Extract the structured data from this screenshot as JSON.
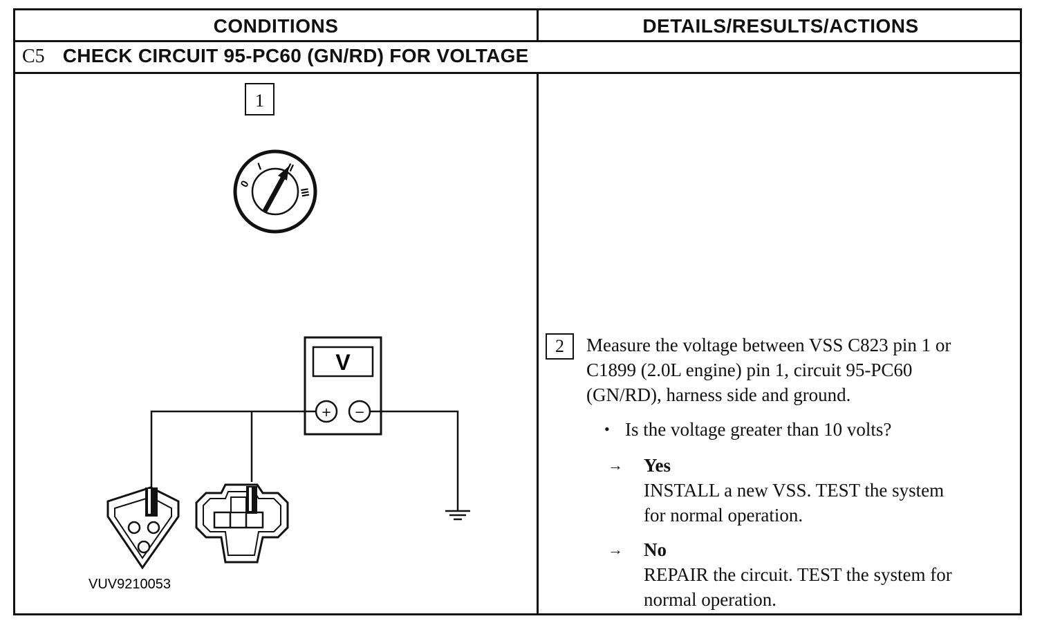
{
  "table": {
    "col_conditions": "CONDITIONS",
    "col_details": "DETAILS/RESULTS/ACTIONS"
  },
  "step": {
    "id": "C5",
    "title": "CHECK CIRCUIT 95-PC60 (GN/RD) FOR VOLTAGE"
  },
  "figure": {
    "substep_1": "1",
    "meter_label": "V",
    "meter_plus": "+",
    "meter_minus": "−",
    "ignition_positions": [
      "0",
      "I",
      "II",
      "III"
    ],
    "figure_id": "VUV9210053"
  },
  "details": {
    "substep_2": "2",
    "instruction_lines": [
      "Measure the voltage between VSS C823 pin 1 or",
      "C1899 (2.0L engine) pin 1, circuit 95-PC60",
      "(GN/RD), harness side and ground."
    ],
    "question": "Is the voltage greater than 10 volts?",
    "yes_label": "Yes",
    "yes_lines": [
      "INSTALL a new VSS. TEST the system",
      "for normal operation."
    ],
    "no_label": "No",
    "no_lines": [
      "REPAIR the circuit. TEST the system for",
      "normal operation."
    ],
    "arrow": "→",
    "bullet": "•"
  }
}
